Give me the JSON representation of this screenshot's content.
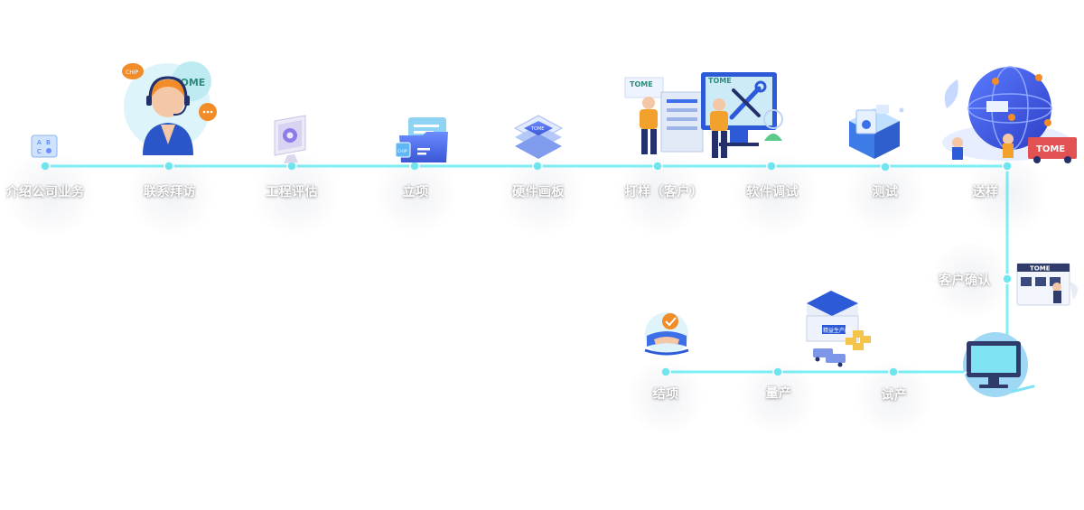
{
  "steps": [
    {
      "id": "intro",
      "label": "介绍公司业务"
    },
    {
      "id": "visit",
      "label": "联系拜访"
    },
    {
      "id": "assess",
      "label": "工程评估"
    },
    {
      "id": "approve",
      "label": "立项"
    },
    {
      "id": "hardware",
      "label": "硬件画板"
    },
    {
      "id": "proto",
      "label": "打样（客户）"
    },
    {
      "id": "debug",
      "label": "软件调试"
    },
    {
      "id": "test",
      "label": "测试"
    },
    {
      "id": "send",
      "label": "送样"
    },
    {
      "id": "confirm",
      "label": "客户确认"
    },
    {
      "id": "trial",
      "label": "试产"
    },
    {
      "id": "mass",
      "label": "量产"
    },
    {
      "id": "close",
      "label": "结项"
    }
  ],
  "brand": "TOME",
  "icon_text": {
    "chip": "CHIP",
    "factory_sign": "精益生产间"
  },
  "colors": {
    "line": "#7BF0F6",
    "dot": "#6DE9F2",
    "accent_blue": "#3D6FE8",
    "accent_orange": "#F28C28"
  }
}
